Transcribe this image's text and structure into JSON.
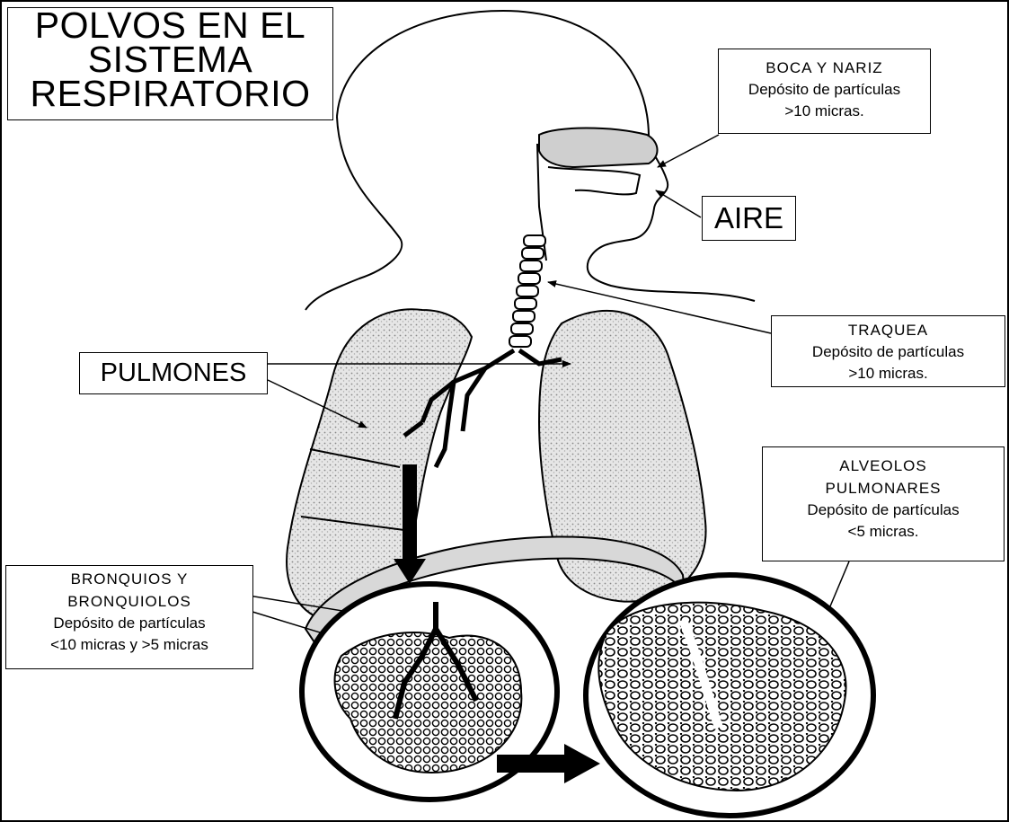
{
  "title": {
    "line1": "POLVOS EN EL",
    "line2": "SISTEMA",
    "line3": "RESPIRATORIO"
  },
  "boca": {
    "head": "BOCA Y NARIZ",
    "line1": "Depósito de partículas",
    "line2": ">10 micras."
  },
  "aire": "AIRE",
  "traquea": {
    "head": "TRAQUEA",
    "line1": "Depósito de partículas",
    "line2": ">10 micras."
  },
  "pulmones": "PULMONES",
  "alveolos": {
    "head1": "ALVEOLOS",
    "head2": "PULMONARES",
    "line1": "Depósito de partículas",
    "line2": "<5 micras."
  },
  "bronquios": {
    "head1": "BRONQUIOS Y",
    "head2": "BRONQUIOLOS",
    "line1": "Depósito de partículas",
    "line2": "<10 micras y >5 micras"
  }
}
